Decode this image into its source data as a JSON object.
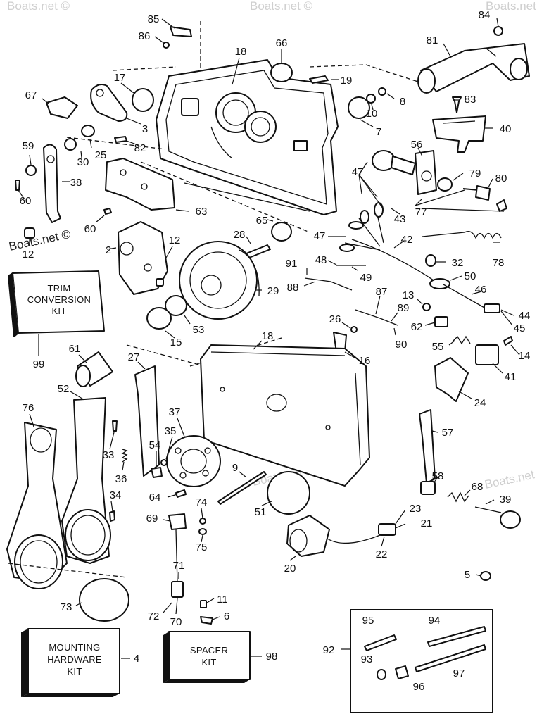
{
  "watermarks": [
    "Boats.net ©",
    "Boats.net ©",
    "Boats.net ©",
    "Boats.net ©",
    "Boats.net ©",
    "Boats.net ©"
  ],
  "kits": {
    "trim_conversion": {
      "line1": "TRIM",
      "line2": "CONVERSION",
      "line3": "KIT",
      "ref": "99"
    },
    "mounting_hardware": {
      "line1": "MOUNTING",
      "line2": "HARDWARE",
      "line3": "KIT",
      "ref": "4"
    },
    "spacer": {
      "line1": "SPACER",
      "line2": "KIT",
      "ref": "98"
    }
  },
  "group_92": {
    "ref": "92",
    "items": [
      "95",
      "94",
      "93",
      "96",
      "97"
    ]
  },
  "callouts": {
    "c85": "85",
    "c86": "86",
    "c84": "84",
    "c81": "81",
    "c83": "83",
    "c40": "40",
    "c18a": "18",
    "c66": "66",
    "c19": "19",
    "c8": "8",
    "c10": "10",
    "c7": "7",
    "c17": "17",
    "c67": "67",
    "c3": "3",
    "c82": "82",
    "c30": "30",
    "c25": "25",
    "c59": "59",
    "c38": "38",
    "c60a": "60",
    "c60b": "60",
    "c63": "63",
    "c12a": "12",
    "c12b": "12",
    "c2": "2",
    "c65": "65",
    "c28": "28",
    "c29": "29",
    "c15": "15",
    "c53": "53",
    "c47a": "47",
    "c47b": "47",
    "c56": "56",
    "c79": "79",
    "c80": "80",
    "c77": "77",
    "c43": "43",
    "c42": "42",
    "c32": "32",
    "c78": "78",
    "c48": "48",
    "c49": "49",
    "c91": "91",
    "c88": "88",
    "c50": "50",
    "c46": "46",
    "c87": "87",
    "c13": "13",
    "c89": "89",
    "c26": "26",
    "c62": "62",
    "c44": "44",
    "c45": "45",
    "c90": "90",
    "c16": "16",
    "c55": "55",
    "c14": "14",
    "c41": "41",
    "c24": "24",
    "c18b": "18",
    "c61": "61",
    "c27": "27",
    "c52": "52",
    "c76": "76",
    "c37": "37",
    "c35": "35",
    "c33": "33",
    "c54": "54",
    "c36": "36",
    "c34": "34",
    "c64": "64",
    "c9": "9",
    "c74": "74",
    "c69": "69",
    "c75": "75",
    "c51": "51",
    "c57": "57",
    "c58": "58",
    "c68": "68",
    "c39": "39",
    "c23": "23",
    "c21": "21",
    "c22": "22",
    "c20": "20",
    "c5": "5",
    "c71": "71",
    "c11": "11",
    "c72": "72",
    "c70": "70",
    "c6": "6",
    "c73": "73"
  }
}
